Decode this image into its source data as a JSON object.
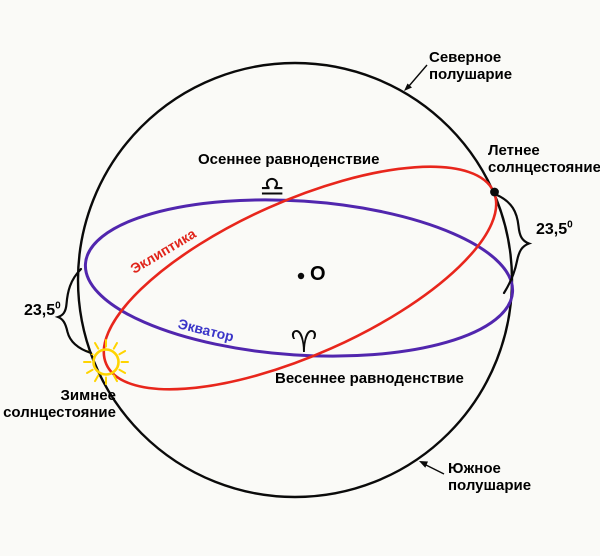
{
  "diagram": {
    "labels": {
      "northern_hemisphere": {
        "line1": "Северное",
        "line2": "полушарие"
      },
      "summer_solstice": {
        "line1": "Летнее",
        "line2": "солнцестояние"
      },
      "autumn_equinox": "Осеннее равноденствие",
      "spring_equinox": "Весеннее равноденствие",
      "winter_solstice": {
        "line1": "Зимнее",
        "line2": "солнцестояние"
      },
      "southern_hemisphere": {
        "line1": "Южное",
        "line2": "полушарие"
      },
      "ecliptic": "Эклиптика",
      "equator": "Экватор",
      "center_point": "O",
      "axial_tilt_left": {
        "value": "23,5",
        "sup": "0"
      },
      "axial_tilt_right": {
        "value": "23,5",
        "sup": "0"
      }
    },
    "symbols": {
      "libra": "♎",
      "aries": "♈"
    },
    "colors": {
      "background": "#fafaf7",
      "sphere_outline": "#0a0a0a",
      "ecliptic_curve": "#e8261c",
      "equator_curve": "#5126ae",
      "ecliptic_label": "#e0241a",
      "equator_label": "#3a35c8",
      "sun": "#ffd400",
      "text": "#000000"
    }
  }
}
